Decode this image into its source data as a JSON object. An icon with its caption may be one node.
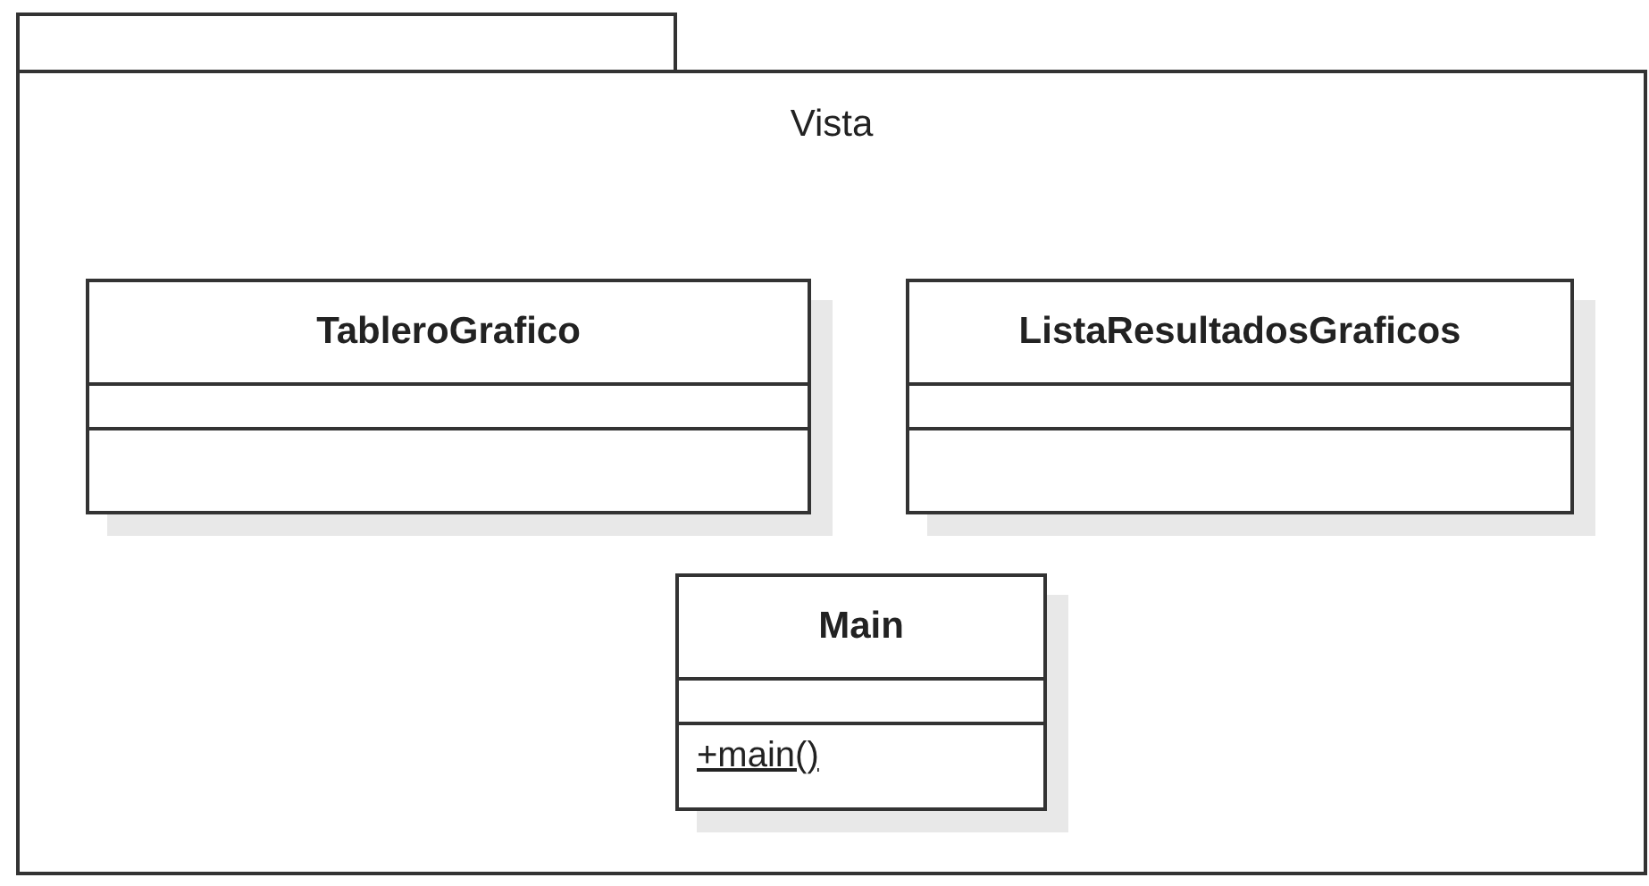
{
  "diagram": {
    "nodes": [
      {
        "text": [
          "Vista"
        ]
      },
      {
        "text": [
          "TableroGrafico"
        ],
        "in": 0
      },
      {
        "text": [
          "ListaResultadosGraficos"
        ],
        "in": 0
      },
      {
        "text": [
          "Main",
          "+main()"
        ],
        "in": 0
      }
    ]
  }
}
